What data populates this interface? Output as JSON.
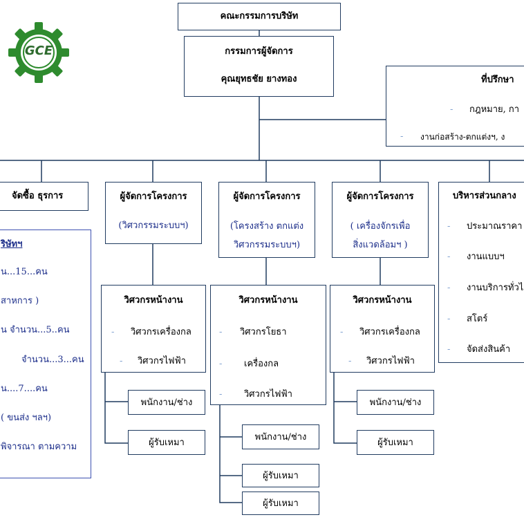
{
  "logo": {
    "text": "GCE"
  },
  "board": {
    "title": "คณะกรรมการบริษัท"
  },
  "md": {
    "title": "กรรมการผู้จัดการ",
    "name": "คุณยุทธชัย ยางทอง"
  },
  "advisor": {
    "title": "ที่ปรึกษา",
    "items": [
      "กฎหมาย, กา",
      "งานก่อสร้าง-ตกแต่งฯ, ง"
    ]
  },
  "purchasing": {
    "title": "จัดซื้อ ธุรการ"
  },
  "company": {
    "title": "ริษัทฯ",
    "items": [
      "น...15...คน",
      "สาหการ )",
      "น จำนวน...5..คน",
      "จำนวน...3...คน",
      "น....7....คน",
      "( ขนส่ง ฯลฯ)",
      "พิจารณา ตามความ"
    ]
  },
  "pm1": {
    "title": "ผู้จัดการโครงการ",
    "sub": [
      "(วิศวกรรมระบบฯ)"
    ]
  },
  "pm2": {
    "title": "ผู้จัดการโครงการ",
    "sub": [
      "(โครงสร้าง ตกแต่ง",
      "วิศวกรรมระบบฯ)"
    ]
  },
  "pm3": {
    "title": "ผู้จัดการโครงการ",
    "sub": [
      "( เครื่องจักรเพื่อ",
      "สิ่งแวดล้อมฯ )"
    ]
  },
  "admin": {
    "title": "บริหารส่วนกลาง",
    "items": [
      "ประมาณราคา",
      "งานแบบฯ",
      "งานบริการทั่วไ",
      "สโตร์",
      "จัดส่งสินค้า"
    ]
  },
  "se1": {
    "title": "วิศวกรหน้างาน",
    "items": [
      "วิศวกรเครื่องกล",
      "วิศวกรไฟฟ้า"
    ]
  },
  "se2": {
    "title": "วิศวกรหน้างาน",
    "items": [
      "วิศวกรโยธา",
      "เครื่องกล",
      "วิศวกรไฟฟ้า"
    ]
  },
  "se3": {
    "title": "วิศวกรหน้างาน",
    "items": [
      "วิศวกรเครื่องกล",
      "วิศวกรไฟฟ้า"
    ]
  },
  "staff": {
    "worker": "พนักงาน/ช่าง",
    "contractor": "ผู้รับเหมา"
  },
  "bullet": "-"
}
